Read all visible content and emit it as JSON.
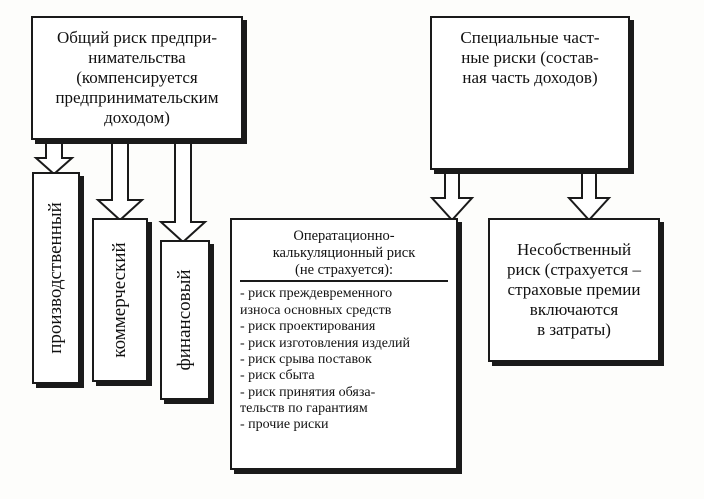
{
  "general_risk": {
    "text": "Общий риск предпри-\nнимательства\n(компенсируется\nпредпринимательским\nдоходом)"
  },
  "special_risks": {
    "text": "Специальные част-\nные риски (состав-\nная часть доходов)"
  },
  "general_subtypes": {
    "production": "производственный",
    "commercial": "коммерческий",
    "financial": "финансовый"
  },
  "operational_risk": {
    "title": "Оператационно-\nкалькуляционный риск\n(не страхуется):",
    "items": [
      "- риск преждевременного\nизноса основных средств",
      "- риск проектирования",
      "- риск изготовления изделий",
      "- риск срыва поставок",
      "- риск сбыта",
      "- риск принятия обяза-\nтельств по гарантиям",
      "- прочие риски"
    ]
  },
  "non_own_risk": {
    "text": "Несобственный\nриск (страхуется –\nстраховые премии\nвключаются\nв затраты)"
  }
}
